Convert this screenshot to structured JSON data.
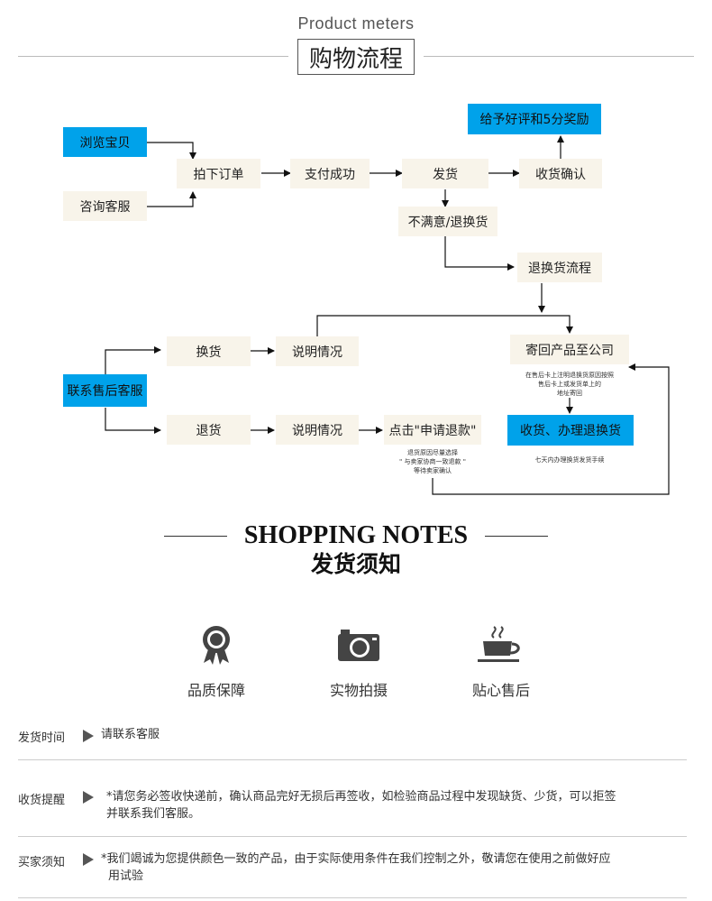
{
  "header": {
    "en": "Product meters",
    "cn": "购物流程"
  },
  "flow": {
    "browse": "浏览宝贝",
    "consult": "咨询客服",
    "place_order": "拍下订单",
    "payment": "支付成功",
    "ship": "发货",
    "confirm": "收货确认",
    "review": "给予好评和5分奖励",
    "unsatisfied": "不满意/退换货",
    "return_flow": "退换货流程",
    "contact_service": "联系售后客服",
    "exchange": "换货",
    "explain_1": "说明情况",
    "refund": "退货",
    "explain_2": "说明情况",
    "apply_refund": "点击\"申请退款\"",
    "send_back": "寄回产品至公司",
    "send_back_note_1": "在售后卡上注明退换货原因按照",
    "send_back_note_2": "售后卡上或发货单上的",
    "send_back_note_3": "地址寄回",
    "receive": "收货、办理退换货",
    "receive_note": "七天内办理换货发货手续",
    "refund_note_1": "退货原因尽量选择",
    "refund_note_2": "\" 与卖家协商一致退款 \"",
    "refund_note_3": "等待卖家确认"
  },
  "notes": {
    "en": "SHOPPING NOTES",
    "cn": "发货须知"
  },
  "features": [
    {
      "icon": "award-ribbon-icon",
      "label": "品质保障"
    },
    {
      "icon": "camera-icon",
      "label": "实物拍摄"
    },
    {
      "icon": "coffee-cup-icon",
      "label": "贴心售后"
    }
  ],
  "info": [
    {
      "label": "发货时间",
      "text": "请联系客服"
    },
    {
      "label": "收货提醒",
      "text": "*请您务必签收快递前，确认商品完好无损后再签收，如检验商品过程中发现缺货、少货，可以拒签",
      "text2": "并联系我们客服。"
    },
    {
      "label": "买家须知",
      "text": "*我们竭诚为您提供颜色一致的产品，由于实际使用条件在我们控制之外，敬请您在使用之前做好应",
      "text2": "用试验"
    }
  ]
}
